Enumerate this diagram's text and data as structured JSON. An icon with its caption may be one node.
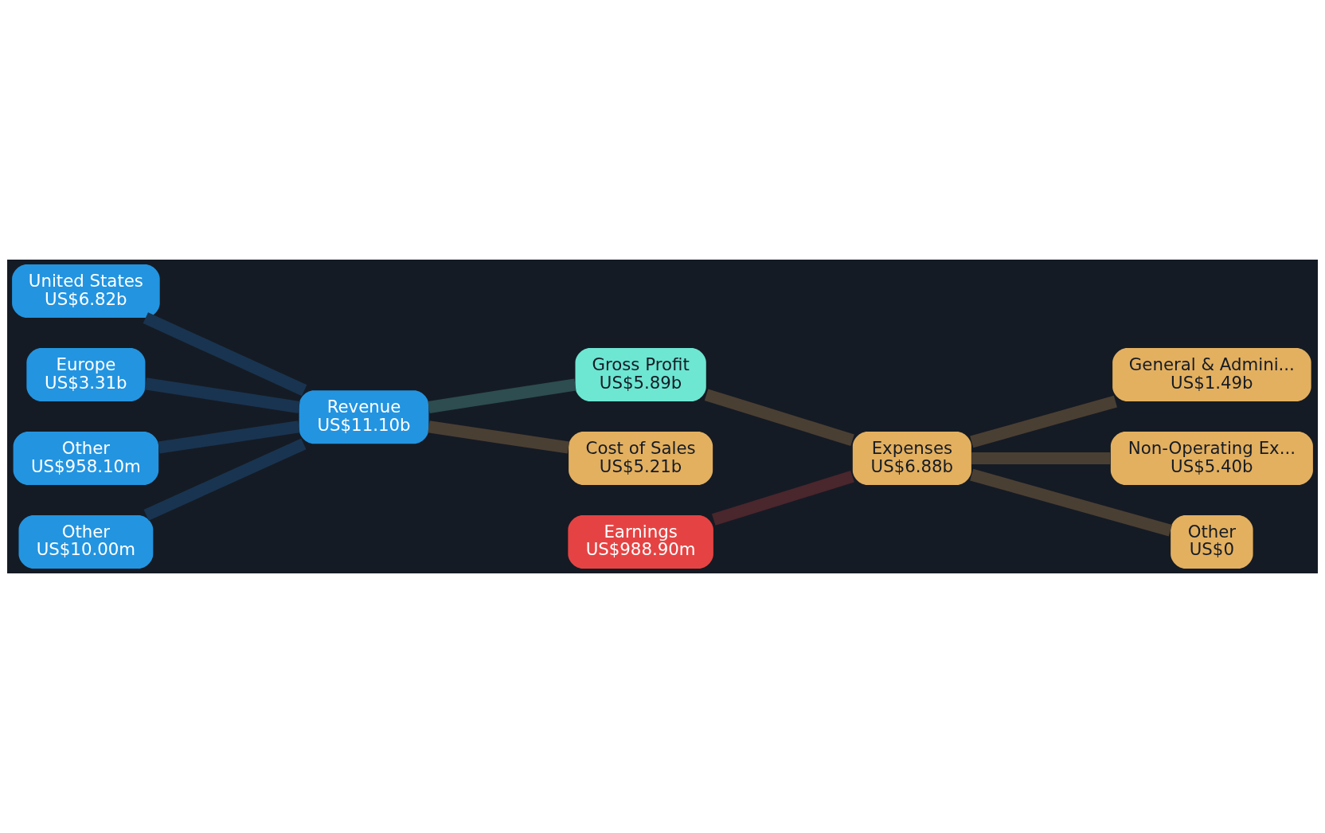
{
  "diagram": {
    "nodes": [
      {
        "text": [
          "United States",
          "US$6.82b"
        ]
      },
      {
        "text": [
          "Europe",
          "US$3.31b"
        ]
      },
      {
        "text": [
          "Other",
          "US$958.10m"
        ]
      },
      {
        "text": [
          "Other",
          "US$10.00m"
        ]
      },
      {
        "text": [
          "Revenue",
          "US$11.10b"
        ]
      },
      {
        "text": [
          "Gross Profit",
          "US$5.89b"
        ]
      },
      {
        "text": [
          "Cost of Sales",
          "US$5.21b"
        ]
      },
      {
        "text": [
          "Earnings",
          "US$988.90m"
        ]
      },
      {
        "text": [
          "Expenses",
          "US$6.88b"
        ]
      },
      {
        "text": [
          "General & Admini...",
          "US$1.49b"
        ]
      },
      {
        "text": [
          "Non-Operating Ex...",
          "US$5.40b"
        ]
      },
      {
        "text": [
          "Other",
          "US$0"
        ]
      }
    ],
    "edges": [
      {
        "from": 0,
        "to": 4,
        "arrow": "none",
        "color": "#193450"
      },
      {
        "from": 1,
        "to": 4,
        "arrow": "none",
        "color": "#193450"
      },
      {
        "from": 2,
        "to": 4,
        "arrow": "none",
        "color": "#193450"
      },
      {
        "from": 3,
        "to": 4,
        "arrow": "none",
        "color": "#193450"
      },
      {
        "from": 4,
        "to": 5,
        "arrow": "none",
        "color": "#2d4d50"
      },
      {
        "from": 4,
        "to": 6,
        "arrow": "none"
      },
      {
        "from": 5,
        "to": 8,
        "arrow": "none"
      },
      {
        "from": 7,
        "to": 8,
        "arrow": "none",
        "color": "#4a262d"
      },
      {
        "from": 8,
        "to": 9,
        "arrow": "none"
      },
      {
        "from": 8,
        "to": 10,
        "arrow": "none"
      },
      {
        "from": 8,
        "to": 11,
        "arrow": "none"
      }
    ]
  }
}
